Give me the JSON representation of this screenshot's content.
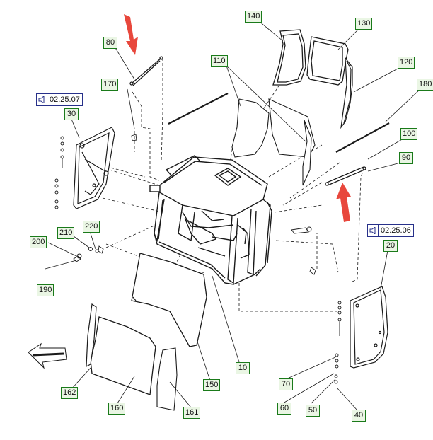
{
  "diagram": {
    "callouts": {
      "c10": "10",
      "c20": "20",
      "c30": "30",
      "c40": "40",
      "c50": "50",
      "c60": "60",
      "c70": "70",
      "c80": "80",
      "c90": "90",
      "c100": "100",
      "c110": "110",
      "c120": "120",
      "c130": "130",
      "c140": "140",
      "c150": "150",
      "c160": "160",
      "c161": "161",
      "c162": "162",
      "c170": "170",
      "c180": "180",
      "c190": "190",
      "c200": "200",
      "c210": "210",
      "c220": "220"
    },
    "page_refs": {
      "left": "02.25.07",
      "right": "02.25.06"
    },
    "colors": {
      "callout_border": "#1a7a1a",
      "callout_fill": "#eaf6e4",
      "pageref_border": "#27308a",
      "marker_arrow": "#e8473c",
      "line": "#1a1a1a"
    }
  }
}
